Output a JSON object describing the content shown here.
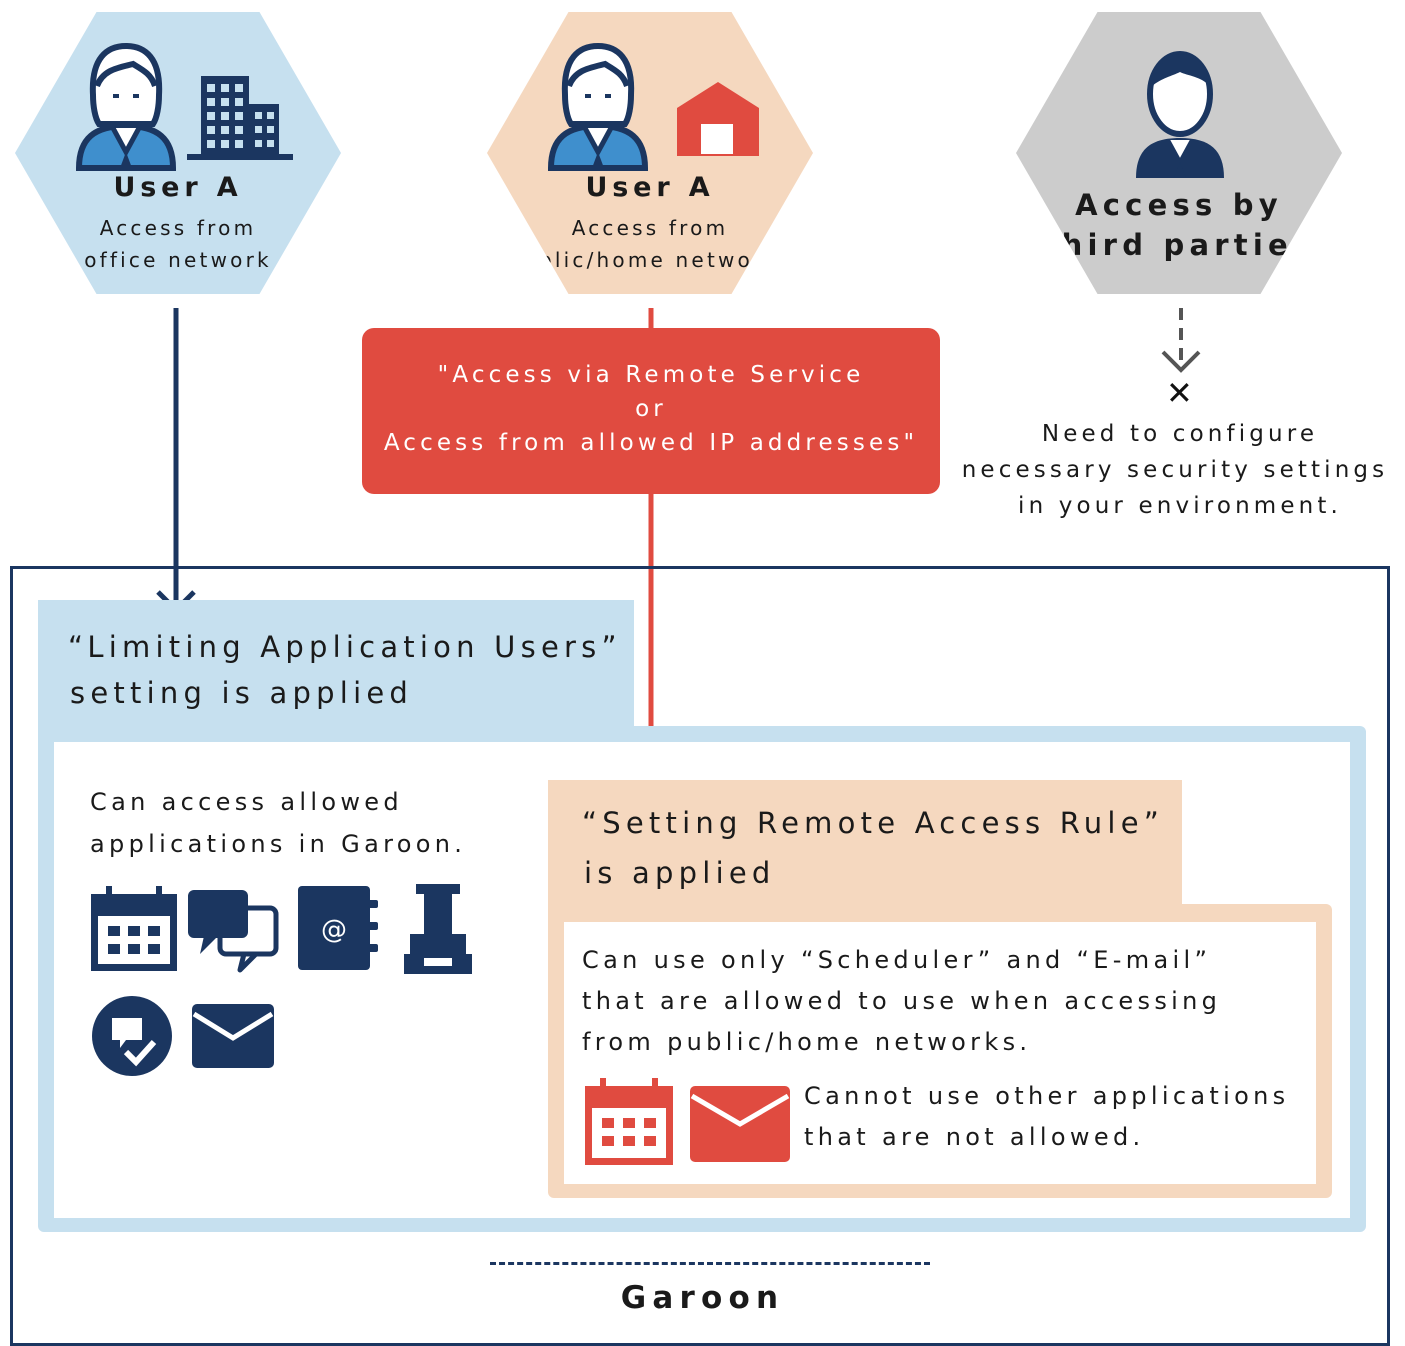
{
  "user_office": {
    "name": "User A",
    "line1": "Access from",
    "line2": "office network"
  },
  "user_home": {
    "name": "User A",
    "line1": "Access from",
    "line2": "public/home networks"
  },
  "third_party": {
    "line1": "Access by",
    "line2": "third parties"
  },
  "remote_box": {
    "line1": "\"Access via Remote Service",
    "line2": "or",
    "line3": "Access from allowed IP addresses\""
  },
  "third_party_note": {
    "line1": "Need to configure",
    "line2": "necessary security settings",
    "line3": "in your environment."
  },
  "limiting": {
    "line1": "“Limiting Application Users”",
    "line2": "setting is applied",
    "desc1": "Can access allowed",
    "desc2": "applications in Garoon."
  },
  "remote_rule": {
    "line1": "“Setting Remote Access Rule”",
    "line2": "is applied",
    "desc1": "Can use only “Scheduler” and “E-mail”",
    "desc2": "that are allowed to use when accessing",
    "desc3": "from public/home networks.",
    "note1": "Cannot use other applications",
    "note2": "that are not allowed."
  },
  "footer": {
    "label": "Garoon"
  },
  "colors": {
    "navy": "#1b3660",
    "blue_light": "#c6e0ef",
    "peach": "#f5d8bf",
    "red": "#e04b40",
    "gray": "#cccccc",
    "line_gray": "#555555"
  },
  "icons": [
    "office-building-icon",
    "home-icon",
    "user-icon",
    "calendar-icon",
    "chat-bubbles-icon",
    "address-book-icon",
    "stamp-icon",
    "approval-check-icon",
    "mail-icon",
    "cross-icon"
  ]
}
